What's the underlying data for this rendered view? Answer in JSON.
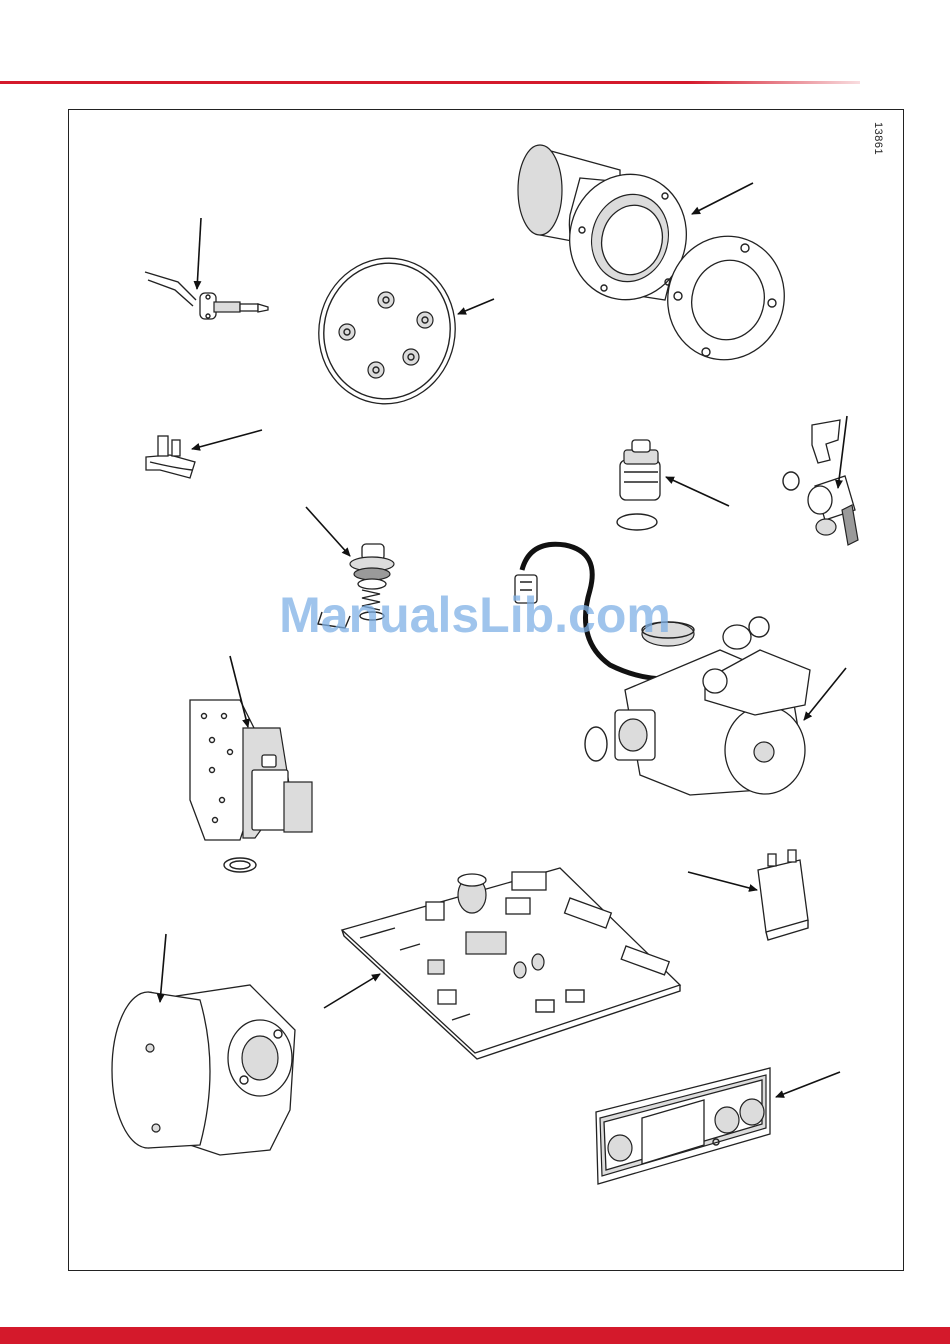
{
  "figure": {
    "number": "13861"
  },
  "watermark": "ManualsLib.com",
  "colors": {
    "brand_red": "#d4192b",
    "watermark_blue": "#7fb1e6"
  },
  "parts": [
    "spark-electrode",
    "inspection-cover",
    "burner-with-gaskets",
    "sensor-clip",
    "automatic-air-vent",
    "safety-valve",
    "diverter-valve-cartridge",
    "circulation-pump",
    "gas-valve",
    "control-board",
    "ignition-transformer",
    "fan",
    "display-panel"
  ]
}
